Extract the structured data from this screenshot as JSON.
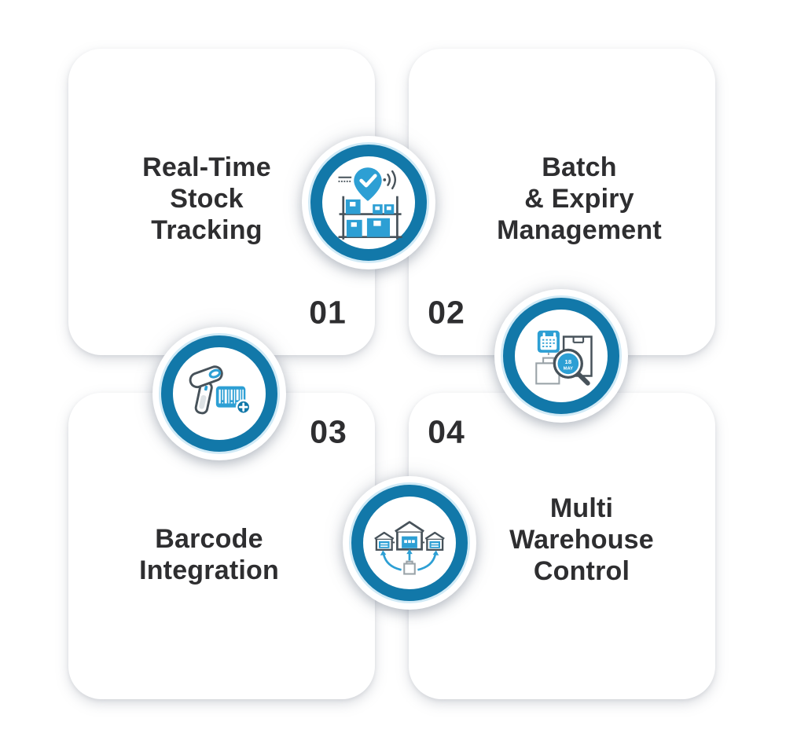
{
  "colors": {
    "background": "#FFFFFF",
    "card": "#FFFFFF",
    "ring_blue": "#1278A9",
    "icon_blue": "#2D9FD4",
    "outline_dark": "#47525A",
    "outline_gray": "#9AA3A8",
    "text": "#2E2E30"
  },
  "cards": [
    {
      "id": "real-time-stock-tracking",
      "title": "Real-Time\nStock\nTracking",
      "number": "01",
      "icon": "warehouse-shelf-location-pin-icon"
    },
    {
      "id": "batch-expiry-management",
      "title": "Batch\n& Expiry\nManagement",
      "number": "02",
      "icon": "calendar-expiry-magnifier-icon",
      "icon_text": {
        "line1": "18",
        "line2": "MAY"
      }
    },
    {
      "id": "barcode-integration",
      "title": "Barcode\nIntegration",
      "number": "03",
      "icon": "barcode-scanner-add-icon"
    },
    {
      "id": "multi-warehouse-control",
      "title": "Multi\nWarehouse\nControl",
      "number": "04",
      "icon": "multi-warehouse-transfer-icon"
    }
  ]
}
